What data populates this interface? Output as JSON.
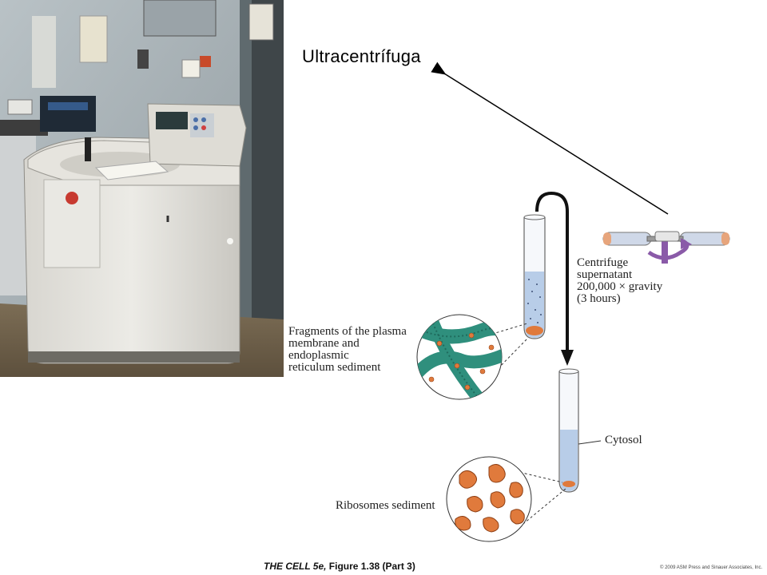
{
  "slide": {
    "title": "Ultracentrífuga",
    "photo_alt": "Ultracentrífuga de laboratorio",
    "labels": {
      "fragments_line1": "Fragments of the plasma",
      "fragments_line2": "membrane and",
      "fragments_line3": "endoplasmic",
      "fragments_line4": "reticulum sediment",
      "centrifuge_line1": "Centrifuge",
      "centrifuge_line2": "supernatant",
      "centrifuge_line3": "200,000 × gravity",
      "centrifuge_line4": "(3 hours)",
      "cytosol": "Cytosol",
      "ribosomes": "Ribosomes sediment"
    },
    "caption_italic": "THE CELL 5e,",
    "caption_rest": " Figure 1.38 (Part 3)",
    "copyright": "© 2009 ASM Press and Sinauer Associates, Inc.",
    "colors": {
      "membrane_green": "#2f8f7d",
      "sediment_orange": "#e07a3c",
      "liquid_blue": "#b8cde8",
      "rotor_purple": "#8a5aa8"
    }
  }
}
